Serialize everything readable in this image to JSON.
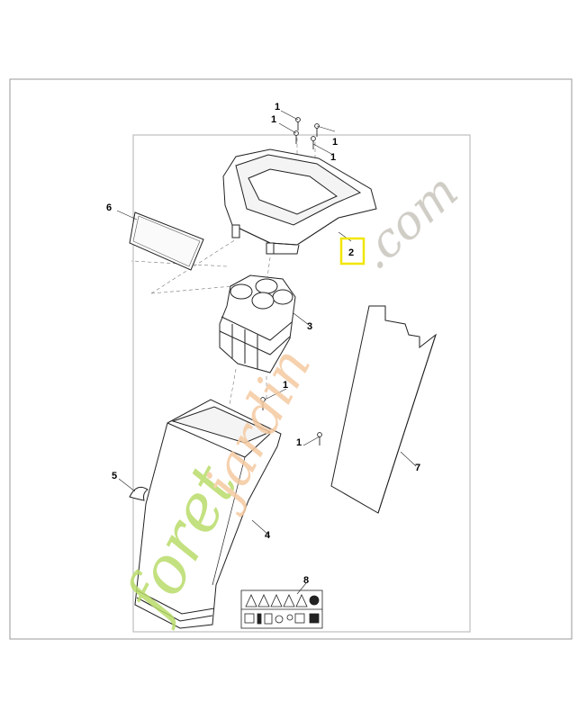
{
  "diagram": {
    "callouts": [
      {
        "label": "1",
        "part": "screw"
      },
      {
        "label": "1",
        "part": "screw"
      },
      {
        "label": "1",
        "part": "screw"
      },
      {
        "label": "1",
        "part": "screw"
      },
      {
        "label": "2",
        "part": "hopper-top",
        "highlighted": true
      },
      {
        "label": "3",
        "part": "blade-housing"
      },
      {
        "label": "1",
        "part": "screw"
      },
      {
        "label": "1",
        "part": "screw"
      },
      {
        "label": "4",
        "part": "hopper-body"
      },
      {
        "label": "5",
        "part": "clip"
      },
      {
        "label": "6",
        "part": "cover-pad"
      },
      {
        "label": "7",
        "part": "flap-panel"
      },
      {
        "label": "8",
        "part": "warning-label"
      }
    ],
    "highlight_color": "#f2e600"
  },
  "watermark": {
    "text_green": "foret",
    "text_orange": "jardin",
    "text_gray": ".com",
    "colors": {
      "green": "#b9dc6a",
      "orange": "#f5c9a0",
      "gray": "#c8c4bc"
    }
  }
}
